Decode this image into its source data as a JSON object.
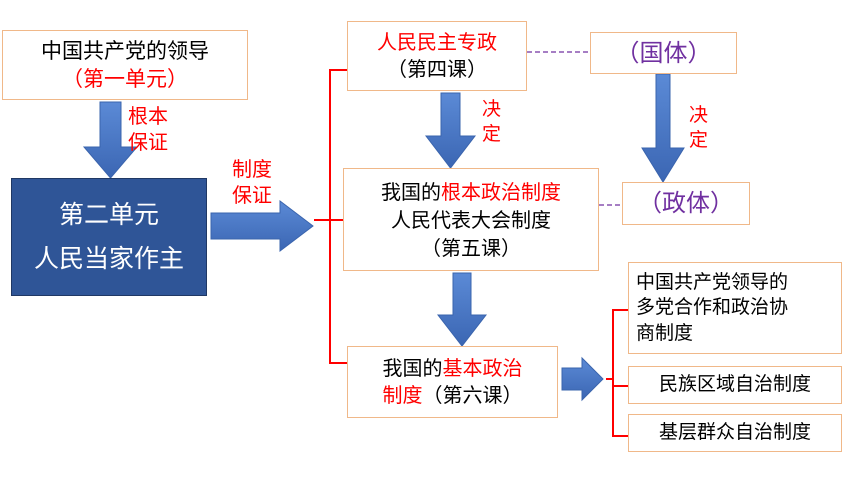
{
  "unit1": {
    "line1": "中国共产党的领导",
    "line2": "（第一单元）"
  },
  "label_root": {
    "line1": "根本",
    "line2": "保证"
  },
  "unit2": {
    "line1": "第二单元",
    "line2": "人民当家作主"
  },
  "label_system": {
    "line1": "制度",
    "line2": "保证"
  },
  "dictatorship": {
    "title": "人民民主专政",
    "lesson": "（第四课）"
  },
  "state_nature": "（国体）",
  "label_decide_1": {
    "line1": "决",
    "line2": "定"
  },
  "label_decide_2": {
    "line1": "决",
    "line2": "定"
  },
  "fundamental": {
    "prefix": "我国的",
    "highlight": "根本政治制度",
    "line2": "人民代表大会制度",
    "lesson": "（第五课）"
  },
  "government_form": "（政体）",
  "basic": {
    "prefix": "我国的",
    "highlight1": "基本政治",
    "highlight2": "制度",
    "lesson": "（第六课）"
  },
  "basic_items": [
    {
      "line1": "中国共产党领导的",
      "line2": "多党合作和政治协",
      "line3": "商制度"
    },
    "民族区域自治制度",
    "基层群众自治制度"
  ],
  "colors": {
    "arrow": "#4472c4",
    "bracket": "#ff0000",
    "unit2_fill": "#2f5597",
    "border": "#f0b889",
    "highlight": "#ff0000",
    "purple": "#7030a0"
  }
}
